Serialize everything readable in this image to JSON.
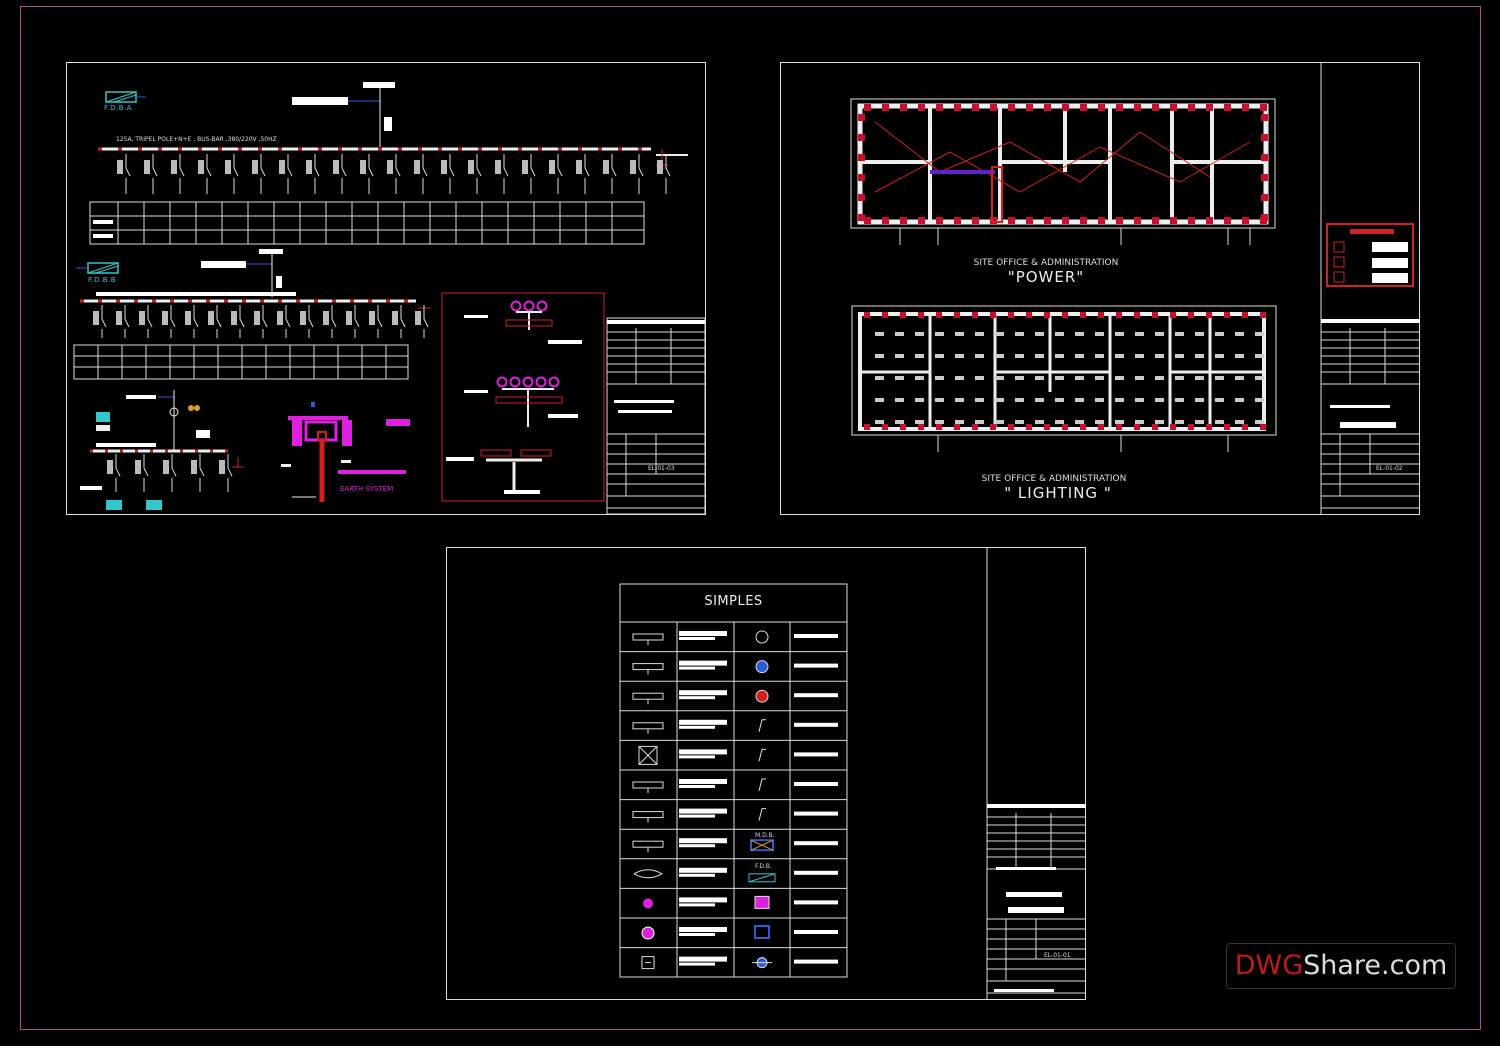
{
  "sheet1": {
    "fdb_a_label": "F.D.B.A",
    "fdb_b_label": "F.D.B.B",
    "busbar_label": "125A, TRIPEL POLE+N+E , BUS-BAR ,380/220V ,50HZ",
    "earth_label": "EARTH SYSTEM",
    "drawing_no": "EL-01-03"
  },
  "sheet2": {
    "power_caption": "SITE OFFICE & ADMINISTRATION",
    "power_title": "\"POWER\"",
    "lighting_caption": "SITE OFFICE & ADMINISTRATION",
    "lighting_title": "\" LIGHTING \"",
    "drawing_no": "EL-01-02"
  },
  "sheet3": {
    "legend_title": "SIMPLES",
    "mdb_label": "M.D.B.",
    "fdb_label": "F.D.B.",
    "drawing_no": "EL-01-01"
  },
  "watermark": {
    "part1": "DWG",
    "part2": "Share.com"
  },
  "colors": {
    "frame": "#b04aa0",
    "line": "#dddddd",
    "accent_red": "#d21f1f",
    "accent_magenta": "#e020e0",
    "accent_cyan": "#33c6cc",
    "accent_blue": "#2e5bd8"
  }
}
